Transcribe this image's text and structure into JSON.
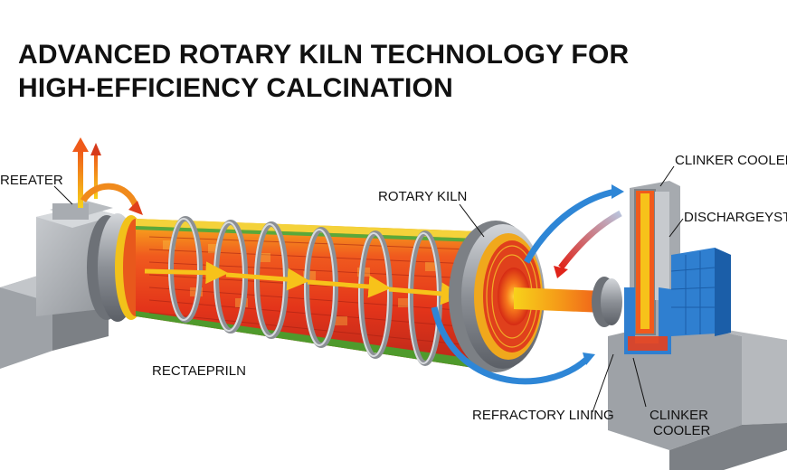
{
  "title": {
    "line1": "ADVANCED ROTARY KILN TECHNOLOGY FOR",
    "line2": "HIGH-EFFICIENCY CALCINATION"
  },
  "labels": {
    "preheater": "REEATER",
    "rotary_kiln": "ROTARY KILN",
    "clinker_cooler_top": "CLINKER COOLER",
    "discharge_system": "DISCHARGEYSTEM",
    "rectaeprln": "RECTAEPRILN",
    "refractory_lining": "REFRACTORY LINING",
    "clinker_cooler_bottom_1": "CLINKER",
    "clinker_cooler_bottom_2": "COOLER"
  },
  "colors": {
    "kiln_hot": "#e8401c",
    "kiln_glow": "#f7c21a",
    "steel": "#8c8f94",
    "flow_blue": "#2e86d6",
    "flow_red": "#e02a1e",
    "heat_orange": "#f08a1c"
  }
}
